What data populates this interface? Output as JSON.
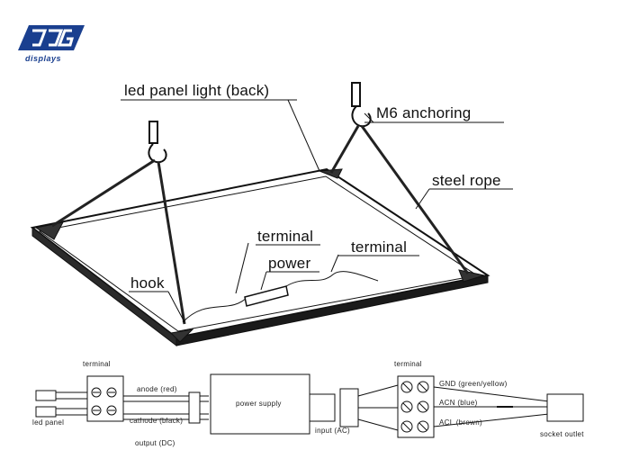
{
  "brand": {
    "logo_text": "displays",
    "accent": "#1a3f8f"
  },
  "callouts": {
    "back": "led panel light (back)",
    "anchoring": "M6 anchoring",
    "steel_rope": "steel rope",
    "terminal_1": "terminal",
    "terminal_2": "terminal",
    "power": "power",
    "hook": "hook"
  },
  "wiring": {
    "terminal_left": "terminal",
    "terminal_right": "terminal",
    "anode": "anode (red)",
    "cathode": "cathode (black)",
    "led_panel": "led panel",
    "output": "output (DC)",
    "power_supply": "power supply",
    "input": "input (AC)",
    "gnd": "GND (green/yellow)",
    "acn": "ACN (blue)",
    "acl": "ACL (brown)",
    "socket": "socket outlet"
  }
}
